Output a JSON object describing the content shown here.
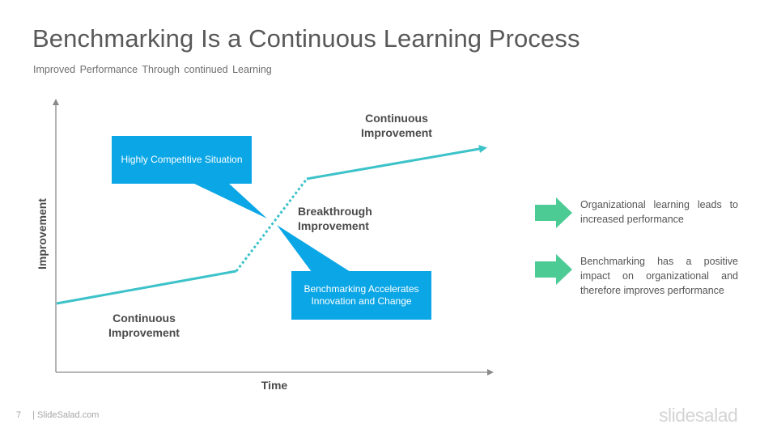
{
  "header": {
    "title": "Benchmarking Is a Continuous Learning Process",
    "subtitle": "Improved Performance Through continued Learning"
  },
  "diagram": {
    "x_axis_label": "Time",
    "y_axis_label": "Improvement",
    "callout_top": "Highly Competitive Situation",
    "callout_bottom": "Benchmarking Accelerates Innovation and Change",
    "label_top": "Continuous Improvement",
    "label_middle": "Breakthrough Improvement",
    "label_bottom": "Continuous Improvement"
  },
  "points": [
    {
      "text": "Organizational learning leads to increased performance",
      "icon": "arrow-right-icon"
    },
    {
      "text": "Benchmarking has a positive impact on organizational and therefore improves performance",
      "icon": "arrow-right-icon"
    }
  ],
  "footer": {
    "page_number": "7",
    "site": "| SlideSalad.com",
    "brand": "slidesalad"
  },
  "colors": {
    "line": "#3cc2c9",
    "callout": "#0aa6e6",
    "arrow": "#4ccb95",
    "axis": "#8a8a8a"
  }
}
